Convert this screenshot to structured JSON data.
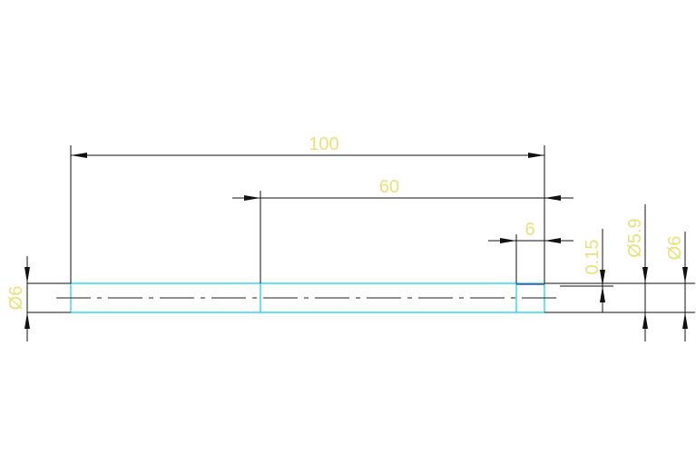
{
  "drawing": {
    "background_color": "#ffffff",
    "part_color": "#34d6e6",
    "dimension_text_color": "#e8e27a",
    "dimension_line_color": "#111111",
    "dimensions": {
      "overall_length": "100",
      "mid_length": "60",
      "groove_width": "6",
      "groove_depth": "0.15",
      "groove_diameter": "Ø5.9",
      "right_diameter": "Ø6",
      "left_diameter": "Ø6"
    }
  }
}
